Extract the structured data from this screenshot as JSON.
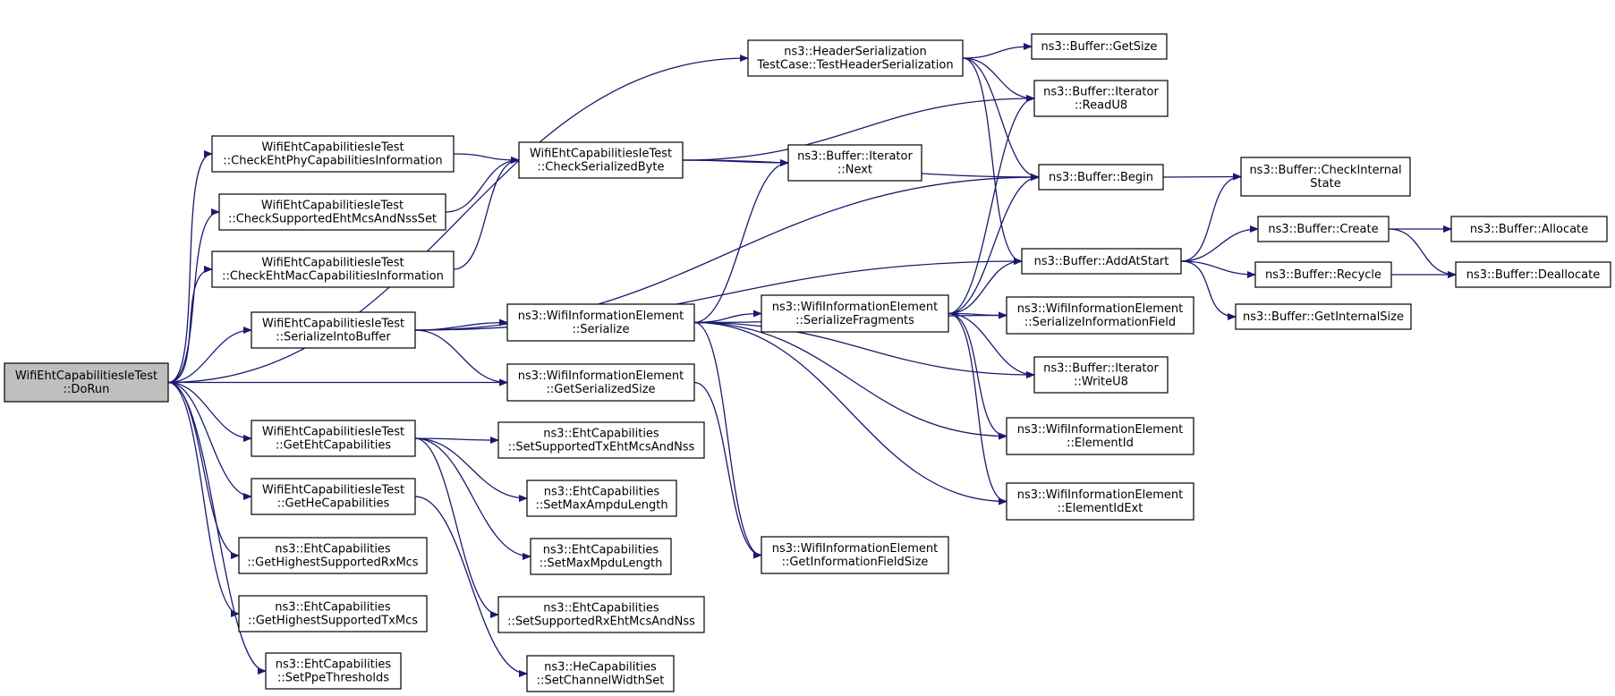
{
  "graph": {
    "root": "dorun",
    "nodes": [
      {
        "id": "dorun",
        "lines": [
          "WifiEhtCapabilitiesIeTest",
          "::DoRun"
        ],
        "root": true
      },
      {
        "id": "checkPhy",
        "lines": [
          "WifiEhtCapabilitiesIeTest",
          "::CheckEhtPhyCapabilitiesInformation"
        ]
      },
      {
        "id": "checkMcs",
        "lines": [
          "WifiEhtCapabilitiesIeTest",
          "::CheckSupportedEhtMcsAndNssSet"
        ]
      },
      {
        "id": "checkMac",
        "lines": [
          "WifiEhtCapabilitiesIeTest",
          "::CheckEhtMacCapabilitiesInformation"
        ]
      },
      {
        "id": "serializeInto",
        "lines": [
          "WifiEhtCapabilitiesIeTest",
          "::SerializeIntoBuffer"
        ]
      },
      {
        "id": "getEht",
        "lines": [
          "WifiEhtCapabilitiesIeTest",
          "::GetEhtCapabilities"
        ]
      },
      {
        "id": "getHe",
        "lines": [
          "WifiEhtCapabilitiesIeTest",
          "::GetHeCapabilities"
        ]
      },
      {
        "id": "getRxMcs",
        "lines": [
          "ns3::EhtCapabilities",
          "::GetHighestSupportedRxMcs"
        ]
      },
      {
        "id": "getTxMcs",
        "lines": [
          "ns3::EhtCapabilities",
          "::GetHighestSupportedTxMcs"
        ]
      },
      {
        "id": "setPpe",
        "lines": [
          "ns3::EhtCapabilities",
          "::SetPpeThresholds"
        ]
      },
      {
        "id": "checkByte",
        "lines": [
          "WifiEhtCapabilitiesIeTest",
          "::CheckSerializedByte"
        ]
      },
      {
        "id": "headerTest",
        "lines": [
          "ns3::HeaderSerialization",
          "TestCase::TestHeaderSerialization"
        ]
      },
      {
        "id": "wieSerialize",
        "lines": [
          "ns3::WifiInformationElement",
          "::Serialize"
        ]
      },
      {
        "id": "wieGetSize",
        "lines": [
          "ns3::WifiInformationElement",
          "::GetSerializedSize"
        ]
      },
      {
        "id": "setTxMcs",
        "lines": [
          "ns3::EhtCapabilities",
          "::SetSupportedTxEhtMcsAndNss"
        ]
      },
      {
        "id": "setMaxAmpdu",
        "lines": [
          "ns3::EhtCapabilities",
          "::SetMaxAmpduLength"
        ]
      },
      {
        "id": "setMaxMpdu",
        "lines": [
          "ns3::EhtCapabilities",
          "::SetMaxMpduLength"
        ]
      },
      {
        "id": "setRxMcs",
        "lines": [
          "ns3::EhtCapabilities",
          "::SetSupportedRxEhtMcsAndNss"
        ]
      },
      {
        "id": "setChWidth",
        "lines": [
          "ns3::HeCapabilities",
          "::SetChannelWidthSet"
        ]
      },
      {
        "id": "iterNext",
        "lines": [
          "ns3::Buffer::Iterator",
          "::Next"
        ]
      },
      {
        "id": "serFrag",
        "lines": [
          "ns3::WifiInformationElement",
          "::SerializeFragments"
        ]
      },
      {
        "id": "getInfoSize",
        "lines": [
          "ns3::WifiInformationElement",
          "::GetInformationFieldSize"
        ]
      },
      {
        "id": "bufGetSize",
        "lines": [
          "ns3::Buffer::GetSize"
        ]
      },
      {
        "id": "readU8",
        "lines": [
          "ns3::Buffer::Iterator",
          "::ReadU8"
        ]
      },
      {
        "id": "bufBegin",
        "lines": [
          "ns3::Buffer::Begin"
        ]
      },
      {
        "id": "addAtStart",
        "lines": [
          "ns3::Buffer::AddAtStart"
        ]
      },
      {
        "id": "serInfoField",
        "lines": [
          "ns3::WifiInformationElement",
          "::SerializeInformationField"
        ]
      },
      {
        "id": "writeU8",
        "lines": [
          "ns3::Buffer::Iterator",
          "::WriteU8"
        ]
      },
      {
        "id": "elementId",
        "lines": [
          "ns3::WifiInformationElement",
          "::ElementId"
        ]
      },
      {
        "id": "elementIdExt",
        "lines": [
          "ns3::WifiInformationElement",
          "::ElementIdExt"
        ]
      },
      {
        "id": "checkInternal",
        "lines": [
          "ns3::Buffer::CheckInternal",
          "State"
        ]
      },
      {
        "id": "bufCreate",
        "lines": [
          "ns3::Buffer::Create"
        ]
      },
      {
        "id": "bufRecycle",
        "lines": [
          "ns3::Buffer::Recycle"
        ]
      },
      {
        "id": "getInternalSize",
        "lines": [
          "ns3::Buffer::GetInternalSize"
        ]
      },
      {
        "id": "bufAllocate",
        "lines": [
          "ns3::Buffer::Allocate"
        ]
      },
      {
        "id": "bufDeallocate",
        "lines": [
          "ns3::Buffer::Deallocate"
        ]
      }
    ],
    "edges": [
      [
        "dorun",
        "headerTest"
      ],
      [
        "dorun",
        "checkPhy"
      ],
      [
        "dorun",
        "checkMcs"
      ],
      [
        "dorun",
        "checkMac"
      ],
      [
        "dorun",
        "serializeInto"
      ],
      [
        "dorun",
        "wieGetSize"
      ],
      [
        "dorun",
        "getEht"
      ],
      [
        "dorun",
        "getHe"
      ],
      [
        "dorun",
        "getRxMcs"
      ],
      [
        "dorun",
        "getTxMcs"
      ],
      [
        "dorun",
        "setPpe"
      ],
      [
        "checkPhy",
        "checkByte"
      ],
      [
        "checkMcs",
        "checkByte"
      ],
      [
        "checkMac",
        "checkByte"
      ],
      [
        "checkByte",
        "readU8"
      ],
      [
        "checkByte",
        "iterNext"
      ],
      [
        "checkByte",
        "bufBegin"
      ],
      [
        "headerTest",
        "bufGetSize"
      ],
      [
        "headerTest",
        "readU8"
      ],
      [
        "headerTest",
        "bufBegin"
      ],
      [
        "headerTest",
        "addAtStart"
      ],
      [
        "serializeInto",
        "bufBegin"
      ],
      [
        "serializeInto",
        "addAtStart"
      ],
      [
        "serializeInto",
        "wieSerialize"
      ],
      [
        "serializeInto",
        "wieGetSize"
      ],
      [
        "wieSerialize",
        "iterNext"
      ],
      [
        "wieSerialize",
        "serFrag"
      ],
      [
        "wieSerialize",
        "serInfoField"
      ],
      [
        "wieSerialize",
        "writeU8"
      ],
      [
        "wieSerialize",
        "elementId"
      ],
      [
        "wieSerialize",
        "elementIdExt"
      ],
      [
        "wieSerialize",
        "getInfoSize"
      ],
      [
        "wieGetSize",
        "getInfoSize"
      ],
      [
        "serFrag",
        "readU8"
      ],
      [
        "serFrag",
        "bufBegin"
      ],
      [
        "serFrag",
        "addAtStart"
      ],
      [
        "serFrag",
        "serInfoField"
      ],
      [
        "serFrag",
        "writeU8"
      ],
      [
        "serFrag",
        "elementId"
      ],
      [
        "serFrag",
        "elementIdExt"
      ],
      [
        "getEht",
        "setTxMcs"
      ],
      [
        "getEht",
        "setMaxAmpdu"
      ],
      [
        "getEht",
        "setMaxMpdu"
      ],
      [
        "getEht",
        "setRxMcs"
      ],
      [
        "getHe",
        "setChWidth"
      ],
      [
        "bufBegin",
        "checkInternal"
      ],
      [
        "addAtStart",
        "checkInternal"
      ],
      [
        "addAtStart",
        "bufCreate"
      ],
      [
        "addAtStart",
        "bufRecycle"
      ],
      [
        "addAtStart",
        "getInternalSize"
      ],
      [
        "bufCreate",
        "bufAllocate"
      ],
      [
        "bufCreate",
        "bufDeallocate"
      ],
      [
        "bufRecycle",
        "bufDeallocate"
      ]
    ]
  }
}
